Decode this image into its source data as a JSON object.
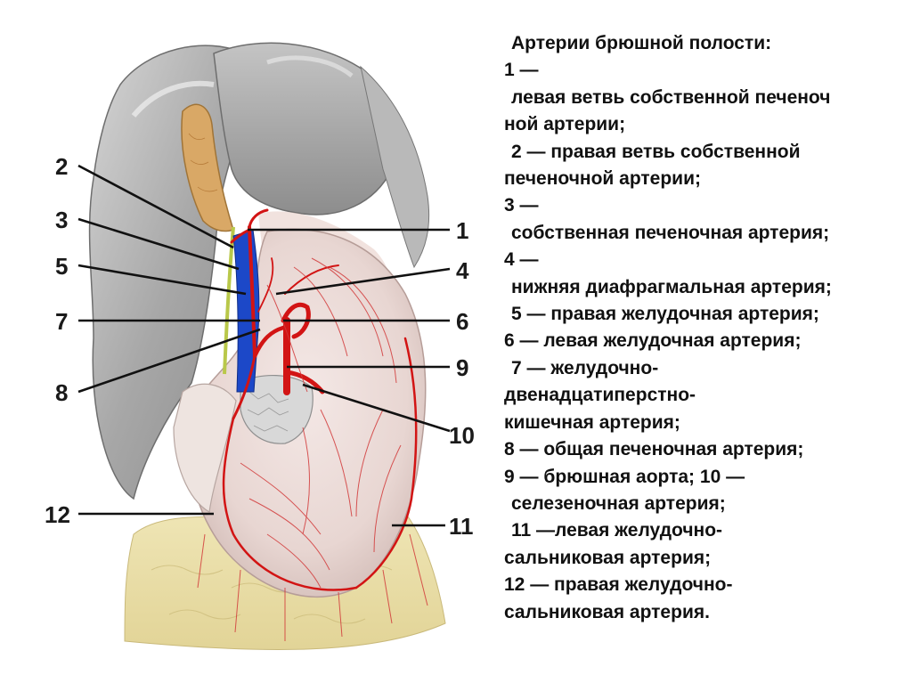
{
  "legend": {
    "lines": [
      "Артерии брюшной полости:",
      "1 —",
      "левая ветвь собственной печеноч",
      "ной артерии;",
      "2 — правая ветвь собственной",
      "печеночной артерии;",
      "3 —",
      "собственная печеночная артерия;",
      "4 —",
      "нижняя диафрагмальная артерия;",
      "5 — правая желудочная артерия;",
      "6 — левая желудочная артерия;",
      "7 — желудочно-",
      "двенадцатиперстно-",
      "кишечная артерия;",
      "8 — общая печеночная артерия;",
      "9 — брюшная аорта; 10 —",
      "селезеночная артерия;",
      "11 —левая желудочно-",
      "сальниковая артерия;",
      "12 — правая желудочно-",
      "сальниковая артерия."
    ]
  },
  "labels": {
    "n1": "1",
    "n2": "2",
    "n3": "3",
    "n4": "4",
    "n5": "5",
    "n6": "6",
    "n7": "7",
    "n8": "8",
    "n9": "9",
    "n10": "10",
    "n11": "11",
    "n12": "12"
  },
  "colors": {
    "liver": "#a9a9a9",
    "liver_light": "#cfcfcf",
    "stomach": "#ecdcd8",
    "artery": "#d21414",
    "vein": "#1c48c8",
    "omentum": "#e9dfa6",
    "gallbladder": "#d9a866"
  }
}
